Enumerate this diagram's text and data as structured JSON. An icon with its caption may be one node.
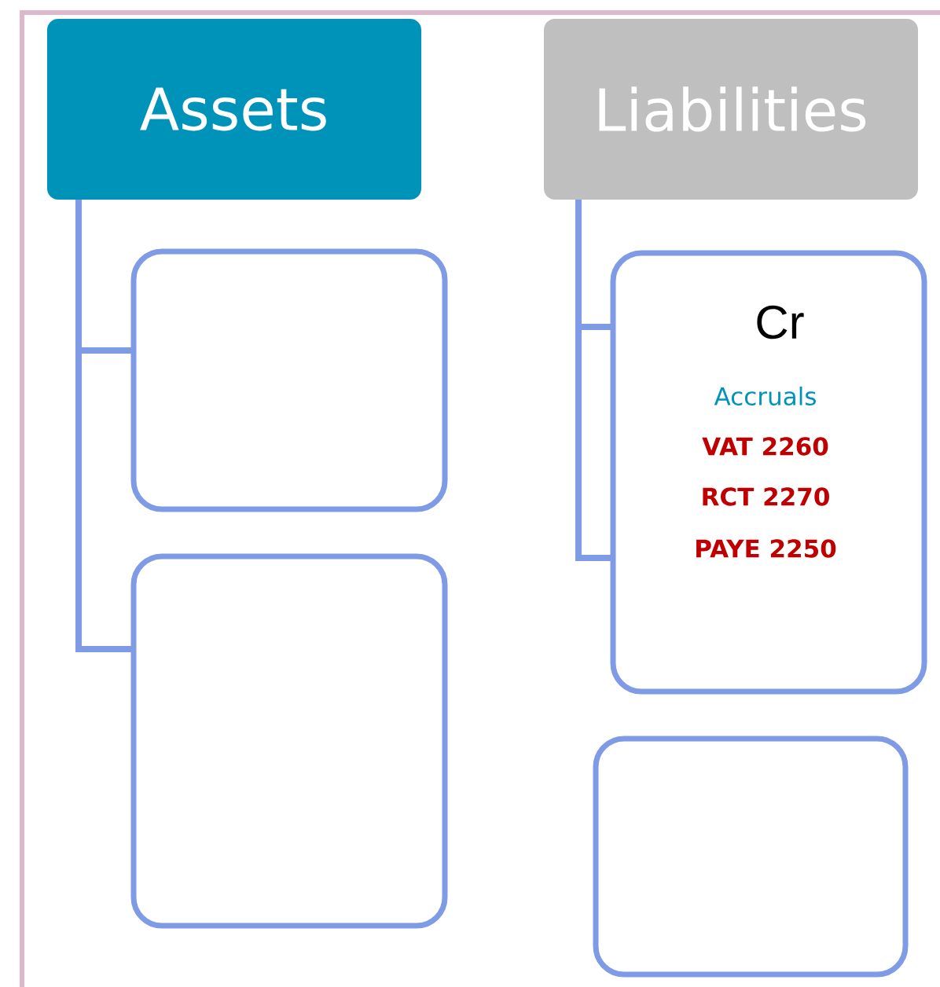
{
  "diagram": {
    "nodes": [
      {
        "text": [
          "Assets"
        ]
      },
      {
        "text": [
          "Liabilities"
        ]
      },
      {
        "text": [],
        "shape": "box"
      },
      {
        "text": [],
        "shape": "box"
      },
      {
        "text": [
          "Cr",
          "Accruals",
          "VAT 2260",
          "RCT 2270",
          "PAYE 2250"
        ]
      },
      {
        "text": [],
        "shape": "box"
      }
    ],
    "edges": [
      {
        "from": 0,
        "to": 2,
        "arrow": "none"
      },
      {
        "from": 0,
        "to": 3,
        "arrow": "none"
      },
      {
        "from": 1,
        "to": 4,
        "arrow": "none"
      },
      {
        "from": 1,
        "to": 4,
        "arrow": "none"
      }
    ]
  }
}
